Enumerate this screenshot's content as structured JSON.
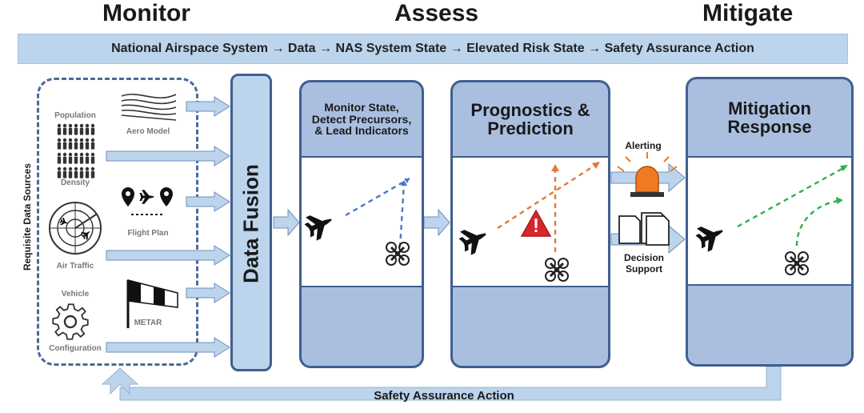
{
  "phases": {
    "monitor": "Monitor",
    "assess": "Assess",
    "mitigate": "Mitigate"
  },
  "banner": "National Airspace System → Data → NAS System State → Elevated Risk State → Safety Assurance Action",
  "data_sources": {
    "title": "Requisite Data Sources",
    "population": "Population",
    "density": "Density",
    "aero_model": "Aero Model",
    "flight_plan": "Flight Plan",
    "air_traffic": "Air Traffic",
    "vehicle": "Vehicle",
    "configuration": "Configuration",
    "metar": "METAR"
  },
  "fusion": "Data Fusion",
  "panels": {
    "monitor_state": "Monitor State, Detect Precursors, & Lead Indicators",
    "prognostics": "Prognostics & Prediction",
    "mitigation": "Mitigation Response"
  },
  "alerting": "Alerting",
  "decision_support": "Decision Support",
  "feedback": "Safety Assurance Action",
  "colors": {
    "banner": "#bcd4ec",
    "panel": "#aabfe0",
    "border": "#3f5f8f",
    "arrow_fill": "#bcd4ec",
    "blue_path": "#4a78c8",
    "orange_path": "#e07b39",
    "green_path": "#2bb24c",
    "warning": "#d9262a",
    "beacon": "#f07a22"
  }
}
